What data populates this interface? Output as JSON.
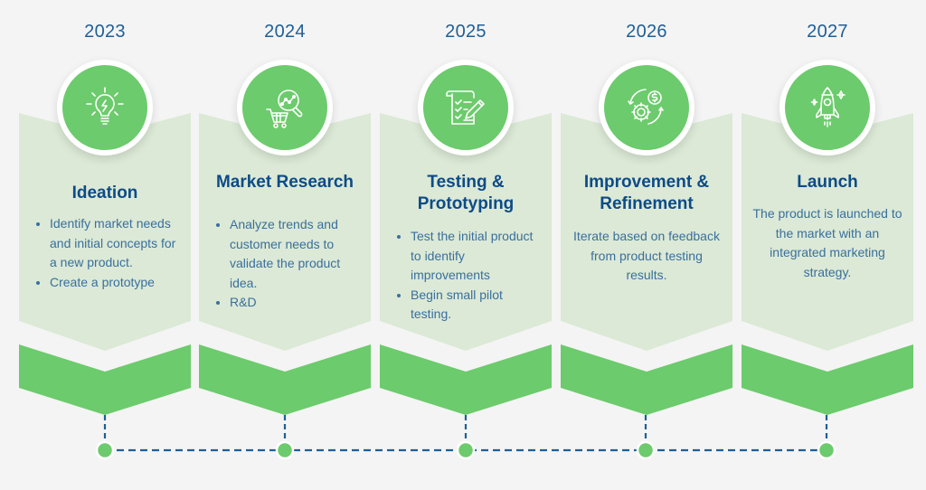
{
  "colors": {
    "background": "#f4f4f4",
    "card_light": "#dbe9d6",
    "card_green": "#6ccb6c",
    "year_text": "#1f5f97",
    "title_text": "#0d4b87",
    "body_text": "#3a6f9d",
    "timeline_dash": "#1f5f97"
  },
  "stages": [
    {
      "year": "2023",
      "icon": "lightbulb-icon",
      "title": "Ideation",
      "bullets": [
        "Identify market needs and initial concepts for a new product.",
        "Create a prototype"
      ]
    },
    {
      "year": "2024",
      "icon": "market-research-cart-magnifier-icon",
      "title": "Market Research",
      "bullets": [
        "Analyze trends and customer needs to validate the product idea.",
        "R&D"
      ]
    },
    {
      "year": "2025",
      "icon": "checklist-pencil-icon",
      "title": "Testing & Prototyping",
      "bullets": [
        "Test the initial product to identify improvements",
        "Begin small pilot testing."
      ]
    },
    {
      "year": "2026",
      "icon": "gear-dollar-cycle-icon",
      "title": "Improvement & Refinement",
      "text": "Iterate based on feedback from product testing results."
    },
    {
      "year": "2027",
      "icon": "rocket-icon",
      "title": "Launch",
      "text": "The product is launched to the market with an integrated marketing strategy."
    }
  ]
}
